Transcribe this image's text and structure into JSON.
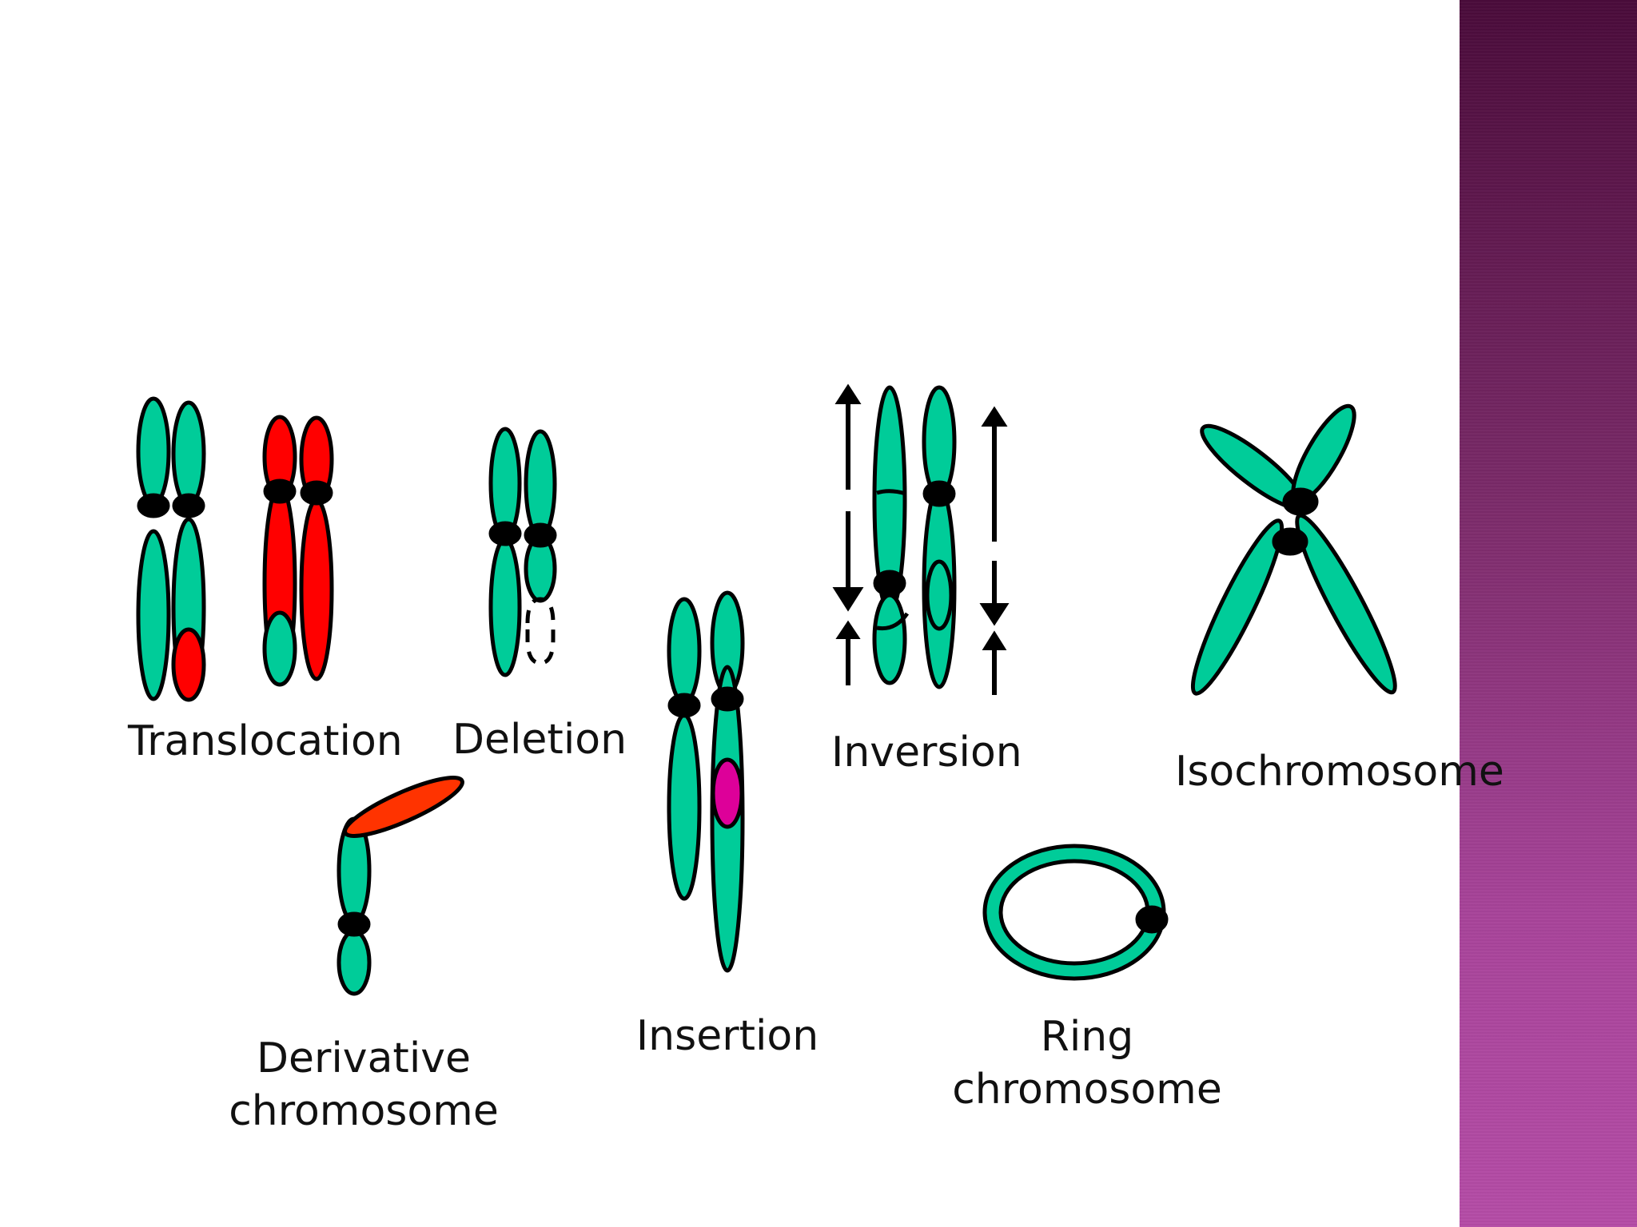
{
  "labels": {
    "translocation": "Translocation",
    "deletion": "Deletion",
    "inversion": "Inversion",
    "isochromosome": "Isochromosome",
    "derivative_line1": "Derivative",
    "derivative_line2": "chromosome",
    "insertion": "Insertion",
    "ring_line1": "Ring",
    "ring_line2": "chromosome"
  },
  "colors": {
    "chromatid": "#00cc99",
    "translocated": "#ff0000",
    "derivative_segment": "#ff3300",
    "inserted_segment": "#dd0099",
    "centromere": "#000000",
    "sidebar_top": "#4a0b3a",
    "sidebar_bottom": "#b44ca6"
  }
}
